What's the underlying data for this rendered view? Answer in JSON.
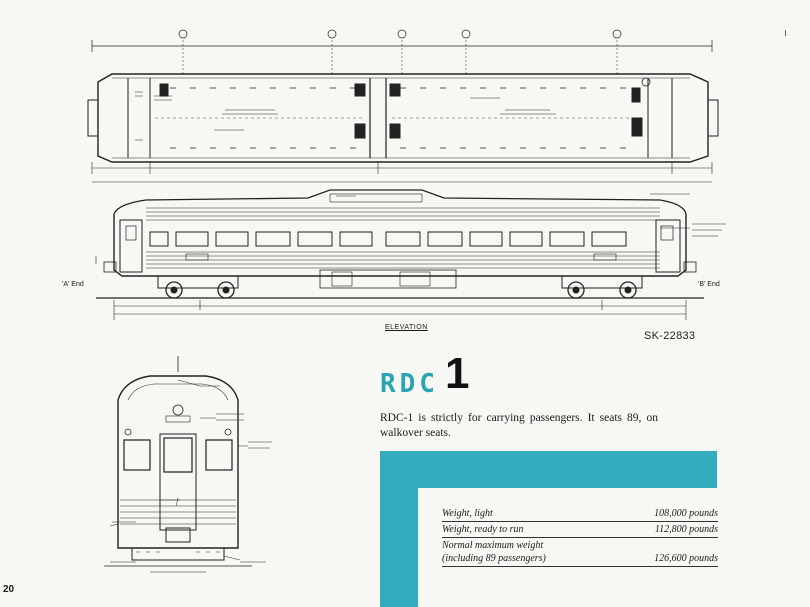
{
  "drawing": {
    "sheet_number": "SK-22833",
    "elevation_label": "ELEVATION",
    "a_end_label": "'A' End",
    "b_end_label": "'B' End"
  },
  "page_number": "20",
  "title": {
    "letters": "RDC",
    "number": "1"
  },
  "description": "RDC-1 is strictly for carrying passengers. It seats 89, on walkover seats.",
  "specs": [
    {
      "label": "Weight, light",
      "value": "108,000 pounds"
    },
    {
      "label": "Weight, ready to run",
      "value": "112,800 pounds"
    },
    {
      "label": "Normal maximum weight\n   (including 89 passengers)",
      "value": "126,600 pounds"
    }
  ],
  "colors": {
    "accent_teal": "#33adbd",
    "title_teal": "#2aa4b3",
    "paper": "#f7f7f3",
    "ink": "#1a1a1a"
  }
}
